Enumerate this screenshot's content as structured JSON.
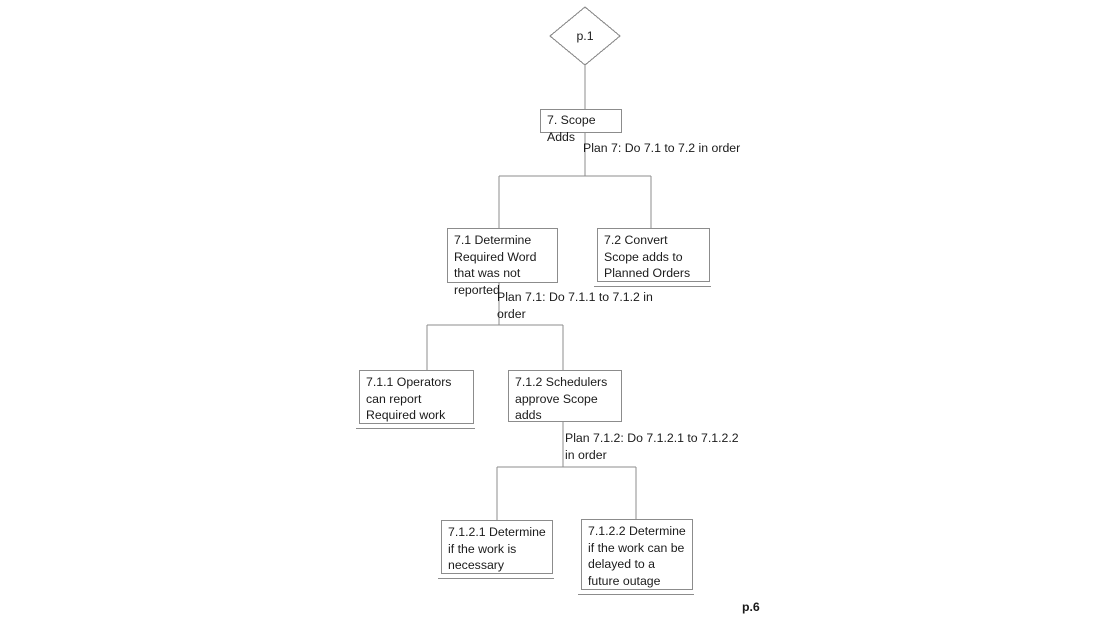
{
  "diagram": {
    "type": "hierarchical-task-analysis",
    "page_label": "p.6",
    "entry_marker": "p.1",
    "colors": {
      "line": "#8c8c8c",
      "text": "#1a1a1a",
      "background": "#ffffff"
    },
    "nodes": [
      {
        "id": "7",
        "label": "7. Scope Adds",
        "terminal": false
      },
      {
        "id": "7.1",
        "label": "7.1 Determine Required Word that was not reported",
        "terminal": false
      },
      {
        "id": "7.2",
        "label": "7.2 Convert Scope adds to Planned Orders",
        "terminal": true
      },
      {
        "id": "7.1.1",
        "label": "7.1.1 Operators can report Required work",
        "terminal": true
      },
      {
        "id": "7.1.2",
        "label": "7.1.2 Schedulers approve Scope adds",
        "terminal": false
      },
      {
        "id": "7.1.2.1",
        "label": "7.1.2.1 Determine if the work is necessary",
        "terminal": true
      },
      {
        "id": "7.1.2.2",
        "label": "7.1.2.2 Determine if the work can be delayed to a future outage",
        "terminal": true
      }
    ],
    "plans": [
      {
        "id": "plan-7",
        "text": "Plan 7: Do 7.1 to 7.2 in order"
      },
      {
        "id": "plan-7.1",
        "text": "Plan 7.1: Do 7.1.1 to 7.1.2 in order"
      },
      {
        "id": "plan-7.1.2",
        "text": "Plan 7.1.2: Do 7.1.2.1 to 7.1.2.2 in order"
      }
    ]
  }
}
